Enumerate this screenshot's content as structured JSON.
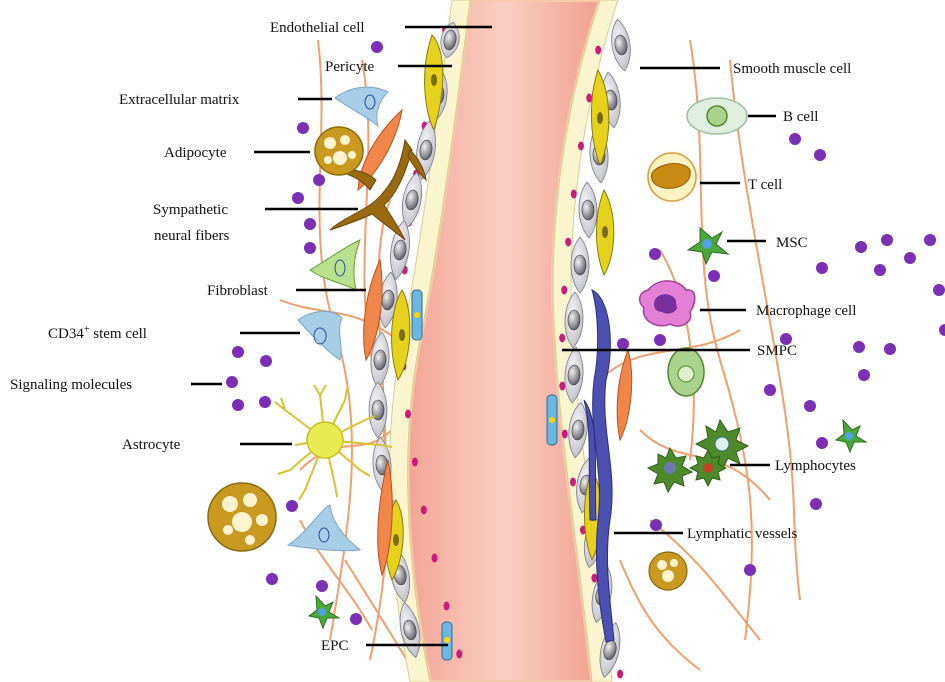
{
  "labels": {
    "endothelial": "Endothelial cell",
    "pericyte": "Pericyte",
    "ecm": "Extracellular matrix",
    "adipocyte": "Adipocyte",
    "sympathetic_1": "Sympathetic",
    "sympathetic_2": "neural fibers",
    "fibroblast": "Fibroblast",
    "cd34_prefix": "CD34",
    "cd34_sup": "+",
    "cd34_suffix": " stem cell",
    "signaling": "Signaling molecules",
    "astrocyte": "Astrocyte",
    "epc": "EPC",
    "smooth_muscle": "Smooth muscle cell",
    "b_cell": "B cell",
    "t_cell": "T cell",
    "msc": "MSC",
    "macrophage": "Macrophage cell",
    "smpc": "SMPC",
    "lymphocytes": "Lymphocytes",
    "lymphatic": "Lymphatic vessels"
  },
  "colors": {
    "lumen": "#f4b4a6",
    "endothelium": "#fbf5cf",
    "nucleus": "#c81e7a",
    "smooth_muscle": "#cfcfd6",
    "pericyte": "#e6d21c",
    "fiber": "#f0a070",
    "signal": "#7a2fb5",
    "adipocyte": "#c99a1f",
    "sympathetic": "#9a6a12",
    "astrocyte": "#e7ea50",
    "lymphatic": "#4c50b0",
    "macrophage": "#e47fd6",
    "msc": "#4aa83a",
    "lymphocyte": "#4f8a2a"
  }
}
